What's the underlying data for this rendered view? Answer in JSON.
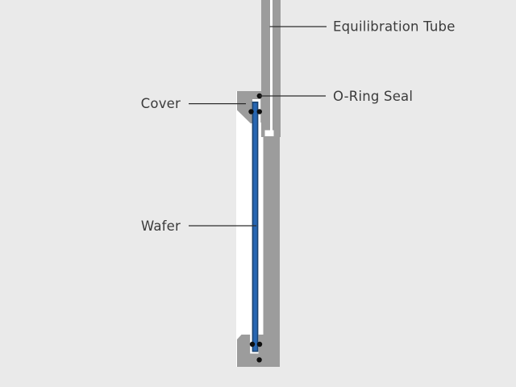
{
  "diagram": {
    "labels": {
      "equilibration_tube": "Equilibration Tube",
      "o_ring_seal": "O-Ring Seal",
      "cover": "Cover",
      "wafer": "Wafer"
    },
    "colors": {
      "background": "#eaeaea",
      "metal_gray": "#9c9c9c",
      "cavity_white": "#ffffff",
      "wafer_blue": "#2766b2",
      "wafer_edge": "#1b4370",
      "o_ring_dot": "#0e0e0e",
      "label_text": "#3b3b3b",
      "leader_line": "#2e2e2e"
    }
  }
}
